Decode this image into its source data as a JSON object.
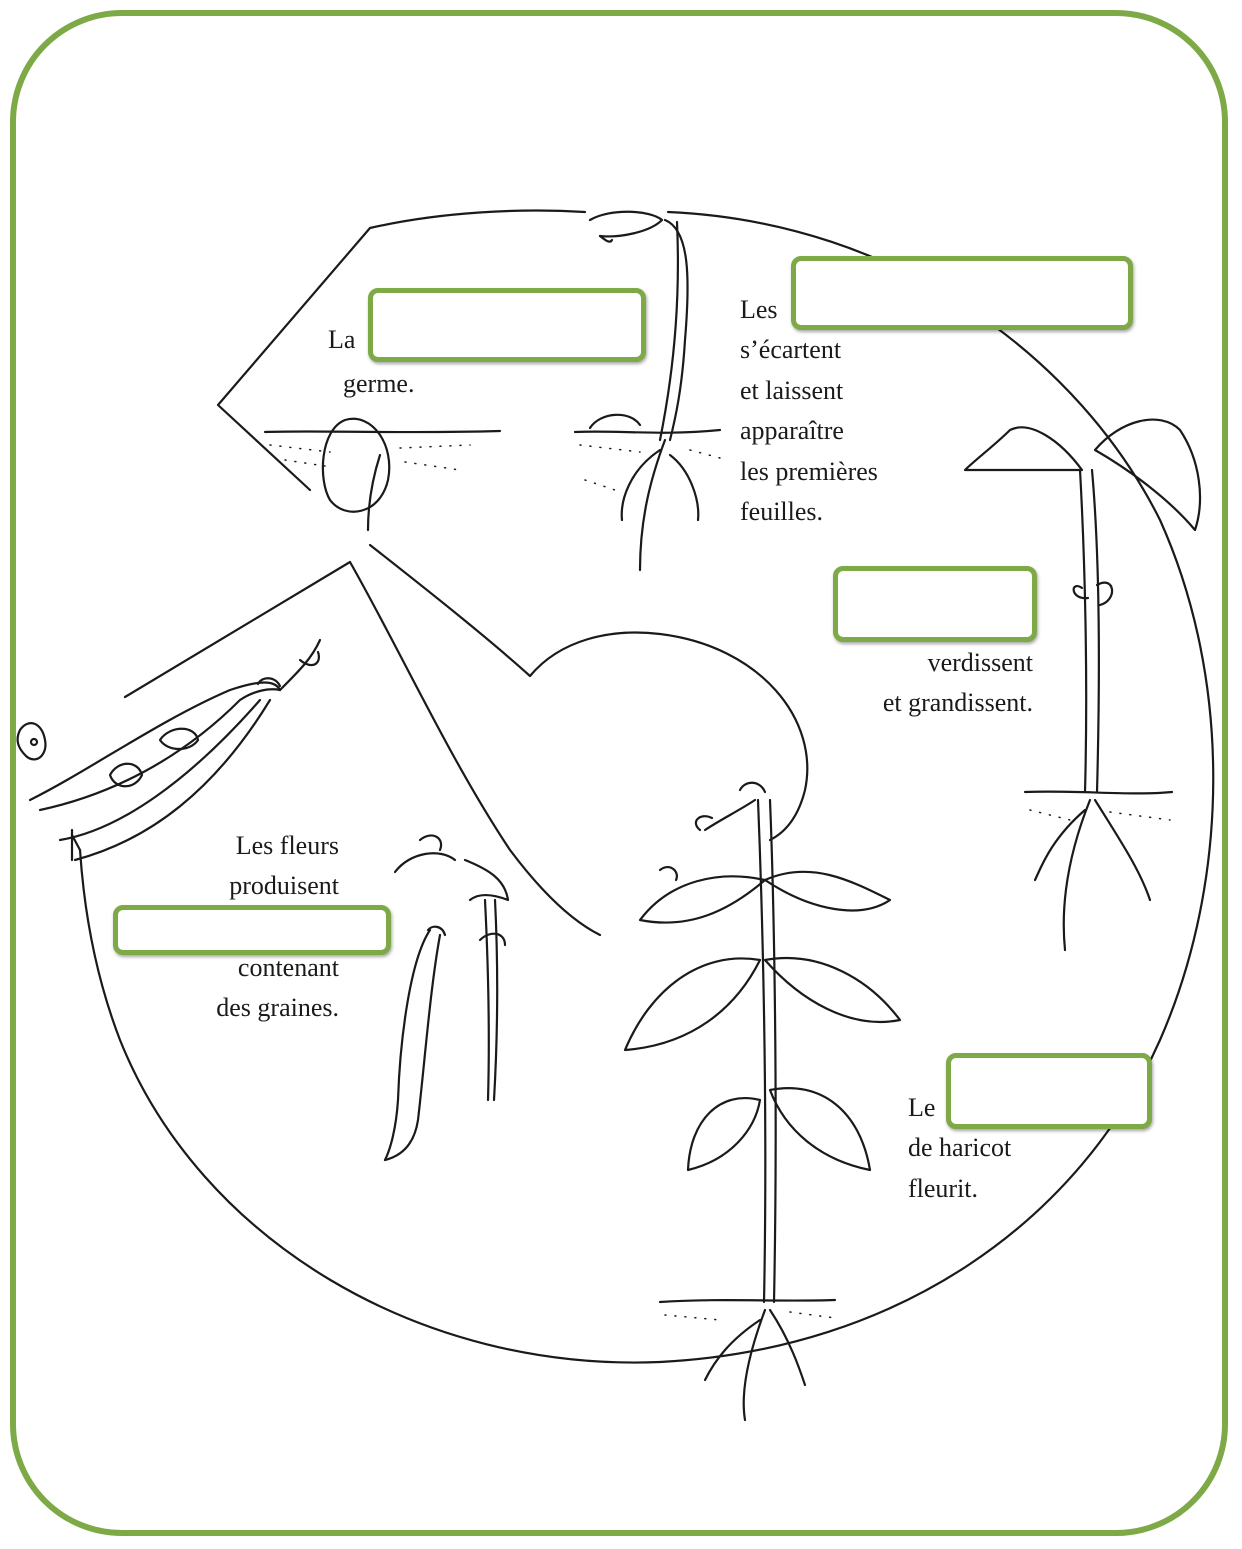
{
  "labels": {
    "stage1_prefix": "La",
    "stage1_suffix": "germe.",
    "stage2_prefix": "Les",
    "stage2_line2": "s’écartent",
    "stage2_line3": "et laissent",
    "stage2_line4": "apparaître",
    "stage2_line5": "les premières",
    "stage2_line6": "feuilles.",
    "stage3_line1": "verdissent",
    "stage3_line2": "et grandissent.",
    "stage4_prefix": "Le",
    "stage4_line2": "de haricot",
    "stage4_line3": "fleurit.",
    "stage5_line1": "Les fleurs",
    "stage5_line2": "produisent",
    "stage5_line3": "contenant",
    "stage5_line4": "des graines."
  },
  "blanks": {
    "blank1_value": "",
    "blank2_value": "",
    "blank3_value": "",
    "blank4_value": "",
    "blank5_value": ""
  },
  "colors": {
    "frame": "#7ea947",
    "blank_border": "#7ea947",
    "line_art": "#1a1a1a"
  }
}
